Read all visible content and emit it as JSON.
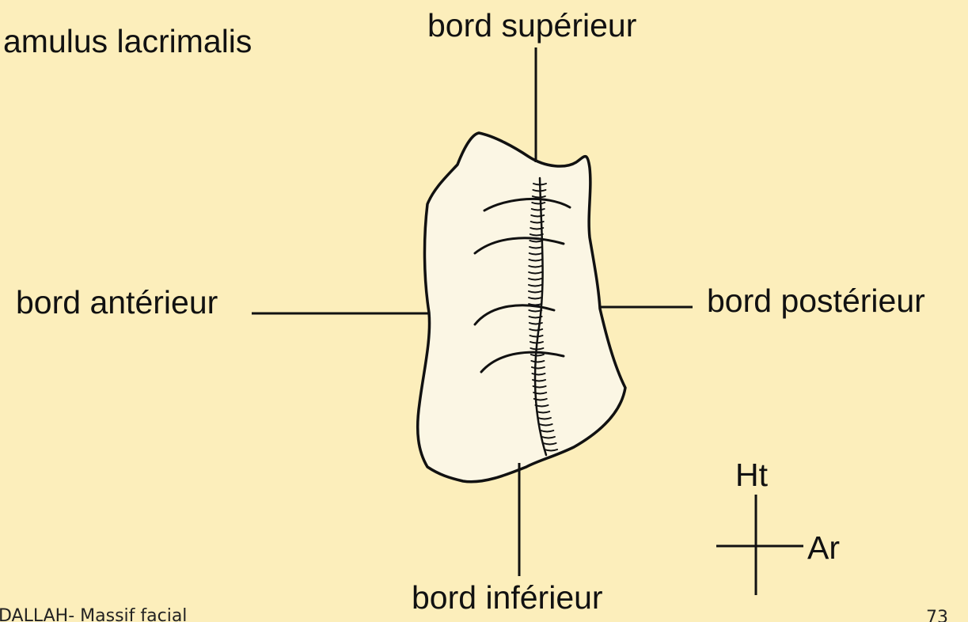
{
  "labels": {
    "title_partial": "amulus lacrimalis",
    "top": "bord supérieur",
    "anterior": "bord antérieur",
    "posterior": "bord postérieur",
    "inferior": "bord inférieur"
  },
  "orientation": {
    "up": "Ht",
    "back": "Ar"
  },
  "footer": {
    "left": "DALLAH- Massif facial",
    "page_number": "73"
  },
  "colors": {
    "background": "#FCEEBB",
    "bone_fill": "#FBF6E4",
    "stroke": "#111111"
  }
}
